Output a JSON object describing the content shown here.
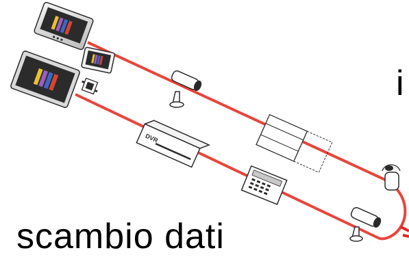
{
  "diagram": {
    "colors": {
      "cable": "#e8453c",
      "accent_red": "#e3261f",
      "device_outline": "#2a2a2a",
      "device_fill": "#ffffff",
      "screen_dark": "#2b2b2b",
      "screen_bars": [
        "#e8c12e",
        "#9b5fc0",
        "#3f66c9",
        "#d8452e"
      ]
    },
    "devices": [
      {
        "id": "touch-panel-top",
        "icon": "tablet-icon"
      },
      {
        "id": "small-monitor",
        "icon": "monitor-icon"
      },
      {
        "id": "touch-panel-large",
        "icon": "tablet-icon"
      },
      {
        "id": "module",
        "icon": "chip-icon"
      },
      {
        "id": "camera-top",
        "icon": "camera-icon"
      },
      {
        "id": "dvr",
        "icon": "dvr-icon",
        "label": "DVR"
      },
      {
        "id": "din-enclosure",
        "icon": "enclosure-icon"
      },
      {
        "id": "keypad",
        "icon": "keypad-icon"
      },
      {
        "id": "camera-bottom",
        "icon": "camera-icon"
      },
      {
        "id": "camera-right",
        "icon": "camera-icon"
      }
    ],
    "captions": {
      "bottom": "scambio dati",
      "right": "i"
    }
  }
}
